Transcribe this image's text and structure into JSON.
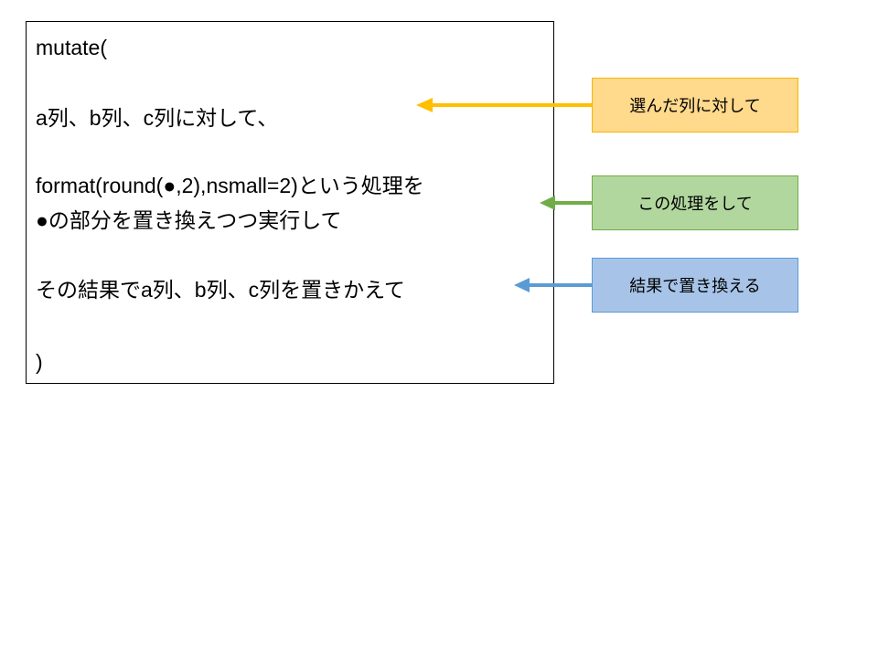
{
  "code_box": {
    "lines": [
      "mutate(",
      "a列、b列、c列に対して、",
      "format(round(●,2),nsmall=2)という処理を",
      "●の部分を置き換えつつ実行して",
      "その結果でa列、b列、c列を置きかえて",
      ")"
    ]
  },
  "callouts": [
    {
      "label": "選んだ列に対して",
      "color": "#ffc000"
    },
    {
      "label": "この処理をして",
      "color": "#70ad47"
    },
    {
      "label": "結果で置き換える",
      "color": "#5b9bd5"
    }
  ]
}
